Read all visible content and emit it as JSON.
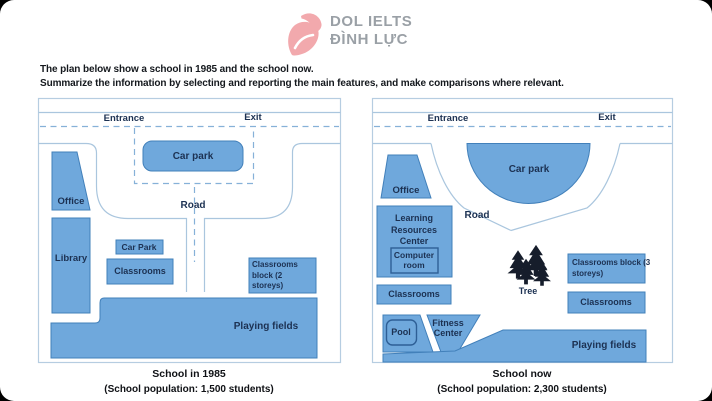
{
  "logo": {
    "name": "DOL IELTS",
    "subname": "ĐÌNH LỰC"
  },
  "prompt": {
    "line1": "The plan below show a school in 1985 and the school now.",
    "line2": "Summarize the information by selecting and reporting the main features, and make comparisons where relevant."
  },
  "plan_1985": {
    "caption": "School in 1985",
    "population": "(School population: 1,500 students)",
    "labels": {
      "entrance": "Entrance",
      "exit": "Exit",
      "car_park": "Car park",
      "road": "Road",
      "office": "Office",
      "library": "Library",
      "car_park_small": "Car Park",
      "classrooms": "Classrooms",
      "classrooms_block": "Classrooms block (2 storeys)",
      "playing_fields": "Playing fields"
    }
  },
  "plan_now": {
    "caption": "School now",
    "population": "(School population: 2,300 students)",
    "labels": {
      "entrance": "Entrance",
      "exit": "Exit",
      "car_park": "Car park",
      "road": "Road",
      "office": "Office",
      "learning_resources_center": "Learning Resources Center",
      "computer_room": "Computer room",
      "classrooms_west": "Classrooms",
      "tree": "Tree",
      "classrooms_block": "Classrooms block (3 storeys)",
      "classrooms_east": "Classrooms",
      "pool": "Pool",
      "fitness_center": "Fitness Center",
      "playing_fields": "Playing fields"
    }
  },
  "colors": {
    "building_fill": "#6FA8DC",
    "building_outline": "#4280BA",
    "road_line": "#AAC6DE",
    "dashed_line": "#86B1D8",
    "label_text": "#1C3152",
    "logo_pink": "#F2A9AD",
    "logo_gray": "#9AA0A6"
  }
}
